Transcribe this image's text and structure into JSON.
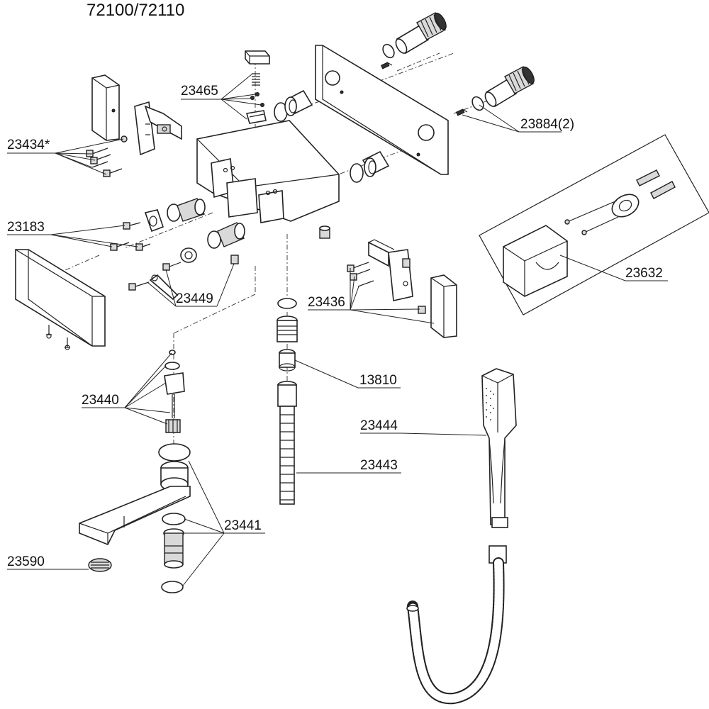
{
  "title": "72100/72110",
  "labels": {
    "p23465": "23465",
    "p23434": "23434*",
    "p23884": "23884(2)",
    "p23183": "23183",
    "p23632": "23632",
    "p23449": "23449",
    "p23436": "23436",
    "p23440": "23440",
    "p13810": "13810",
    "p23444": "23444",
    "p23443": "23443",
    "p23441": "23441",
    "p23590": "23590"
  }
}
